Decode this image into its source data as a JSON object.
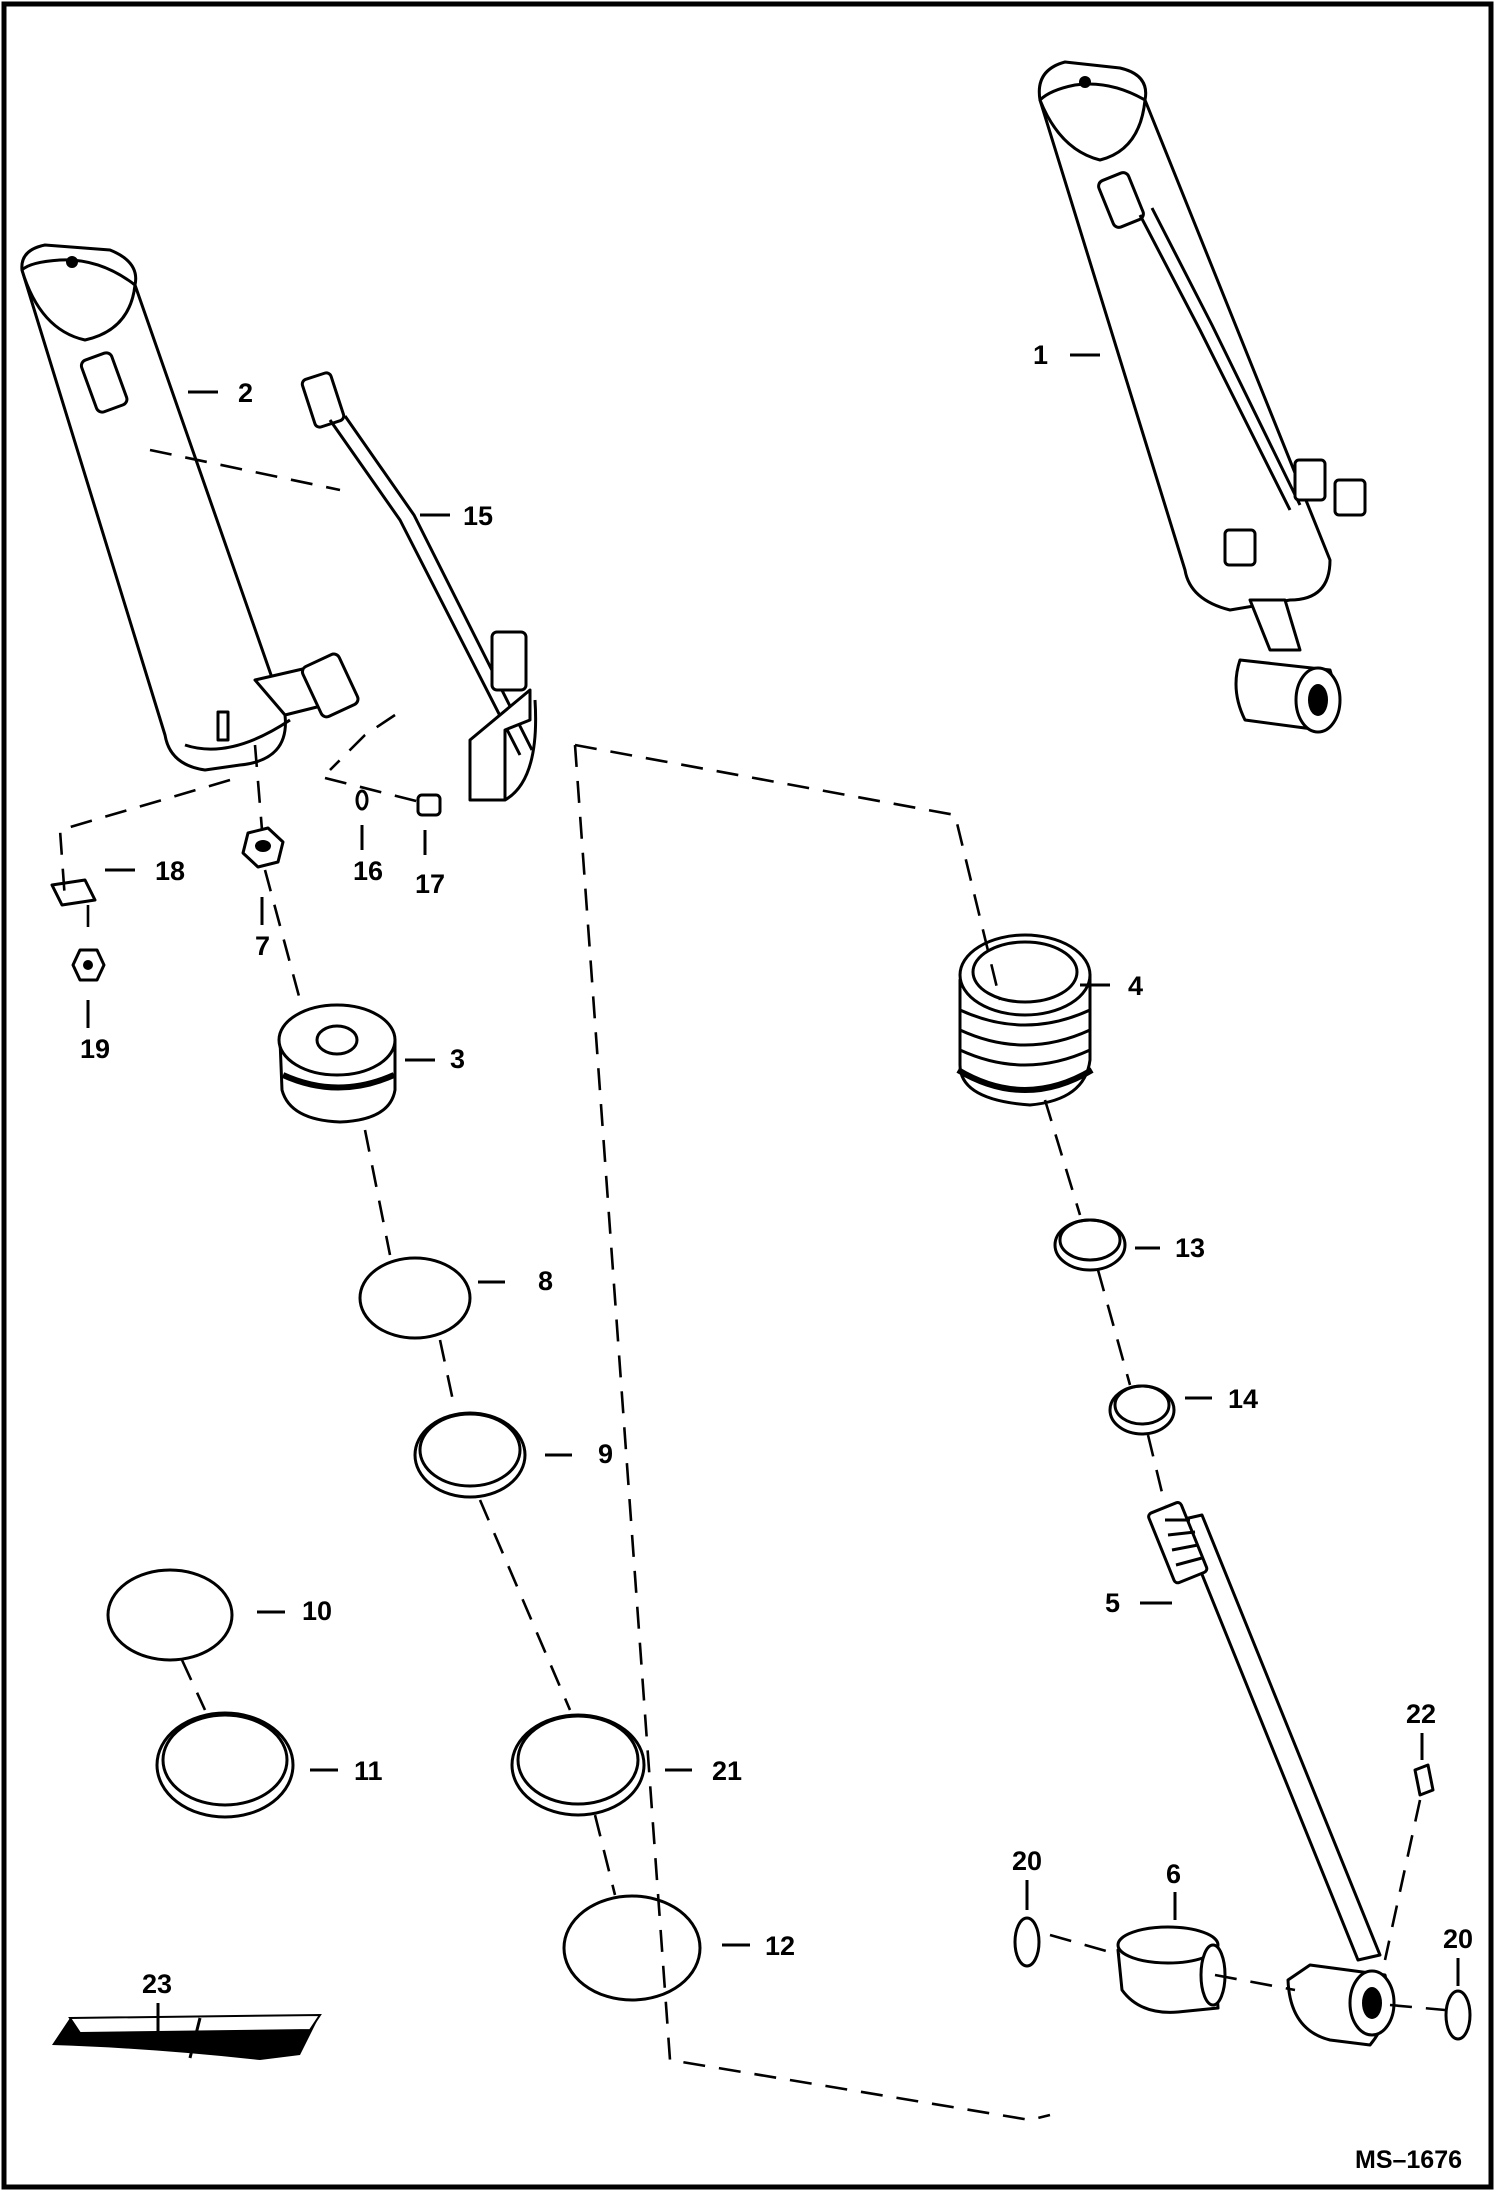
{
  "drawing_code": "MS–1676",
  "callouts": {
    "c1": "1",
    "c2": "2",
    "c3": "3",
    "c4": "4",
    "c5": "5",
    "c6": "6",
    "c7": "7",
    "c8": "8",
    "c9": "9",
    "c10": "10",
    "c11": "11",
    "c12": "12",
    "c13": "13",
    "c14": "14",
    "c15": "15",
    "c16": "16",
    "c17": "17",
    "c18": "18",
    "c19": "19",
    "c20a": "20",
    "c20b": "20",
    "c21": "21",
    "c22": "22",
    "c23": "23"
  }
}
